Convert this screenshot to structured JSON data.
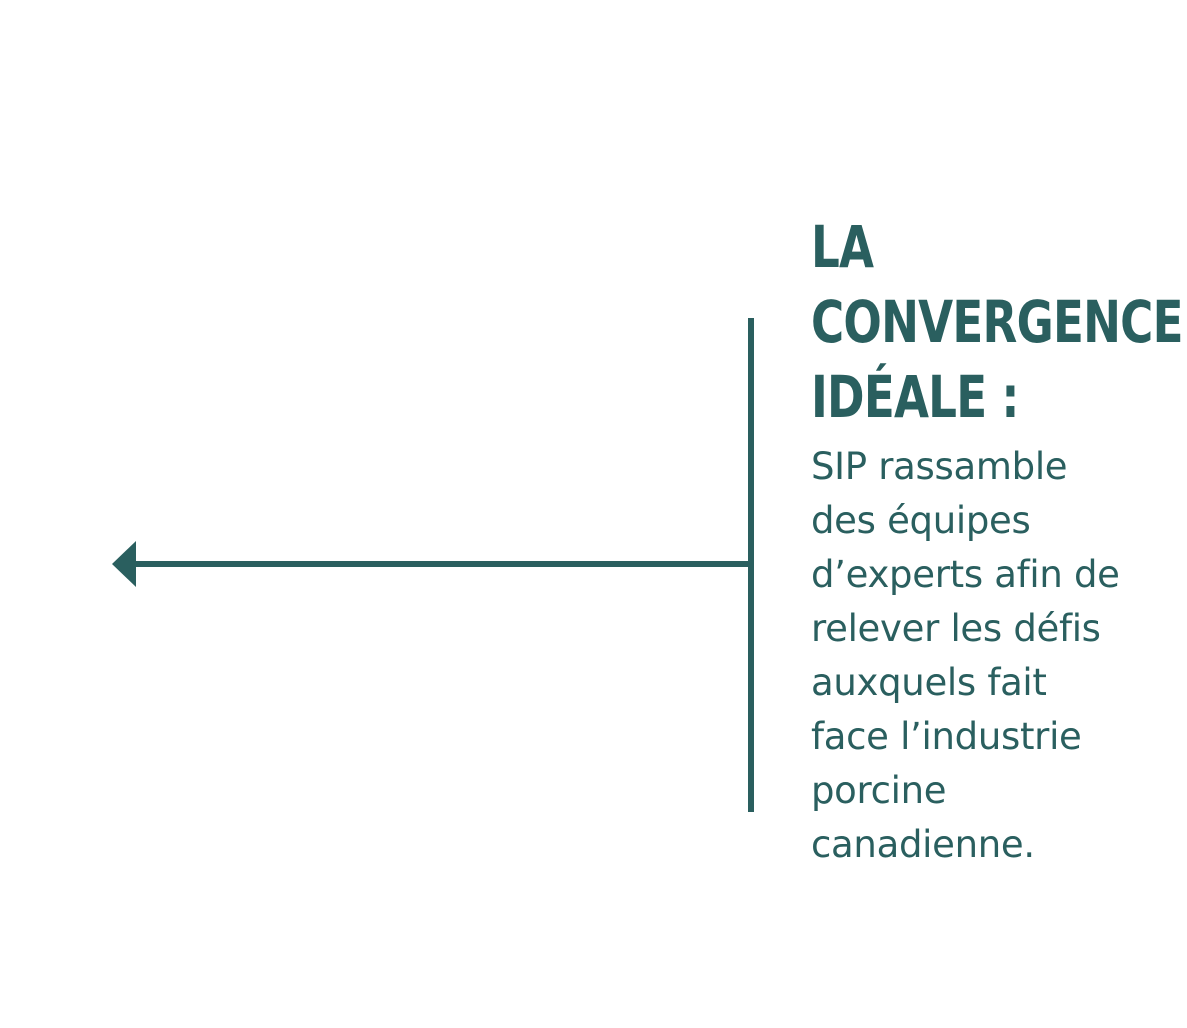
{
  "accent_color": "#2a5f5f",
  "icons": {
    "arrow": "arrow-left-icon"
  },
  "heading": {
    "line1": "LA",
    "line2": "CONVERGENCE",
    "line3": "IDÉALE :"
  },
  "body": {
    "line1": "SIP rassamble",
    "line2": "des équipes",
    "line3": "d’experts afin de",
    "line4": "relever les défis",
    "line5": "auxquels fait",
    "line6": "face l’industrie",
    "line7": "porcine",
    "line8": "canadienne."
  }
}
